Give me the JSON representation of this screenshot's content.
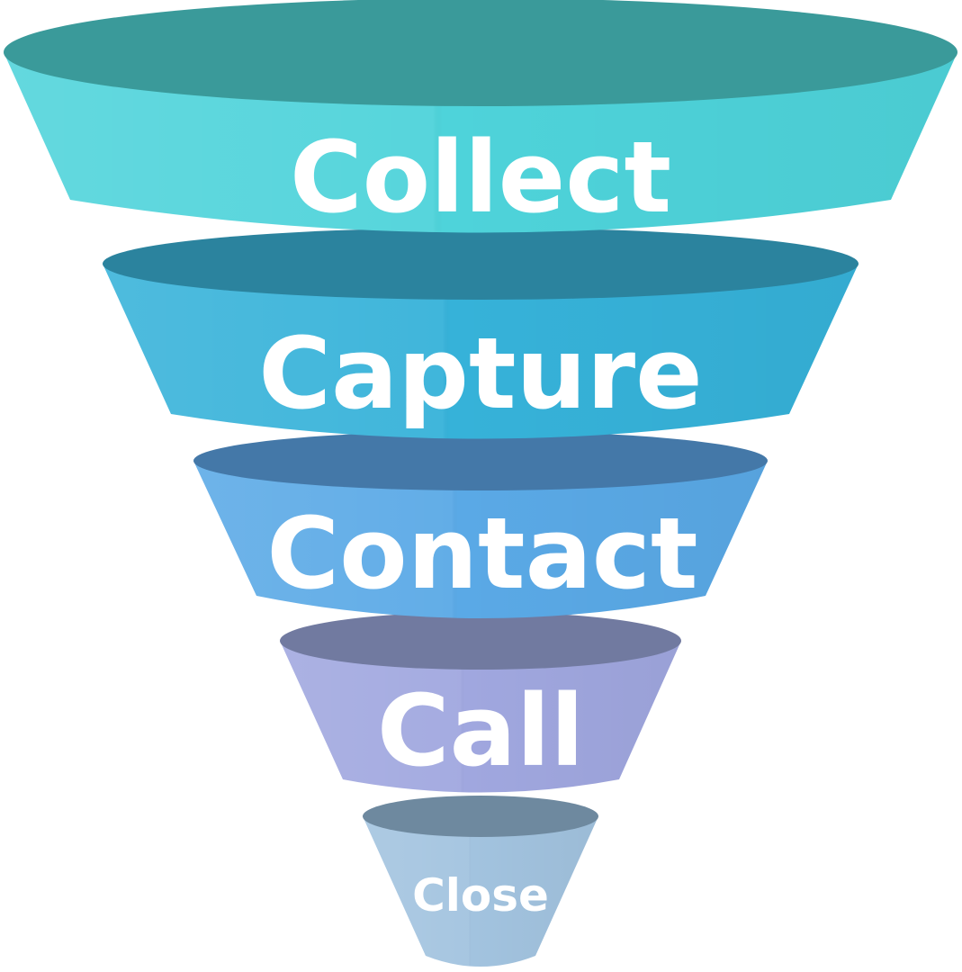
{
  "funnel": {
    "stages": [
      {
        "label": "Collect",
        "rim_color": "#3a9a9a",
        "body_color": "#4ed3da"
      },
      {
        "label": "Capture",
        "rim_color": "#2b839e",
        "body_color": "#36b2d9"
      },
      {
        "label": "Contact",
        "rim_color": "#4478a8",
        "body_color": "#5aa9e6"
      },
      {
        "label": "Call",
        "rim_color": "#717aa0",
        "body_color": "#a0a7df"
      },
      {
        "label": "Close",
        "rim_color": "#6e899f",
        "body_color": "#a2c3df"
      }
    ]
  }
}
